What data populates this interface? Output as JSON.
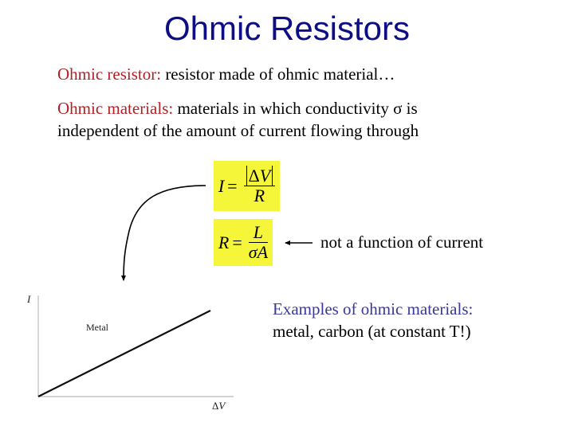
{
  "slide": {
    "title": "Ohmic Resistors",
    "colors": {
      "title": "#0d0d85",
      "term": "#b51f24",
      "examples_heading": "#38389a",
      "formula_bg": "#f5f53a"
    }
  },
  "definitions": [
    {
      "term": "Ohmic resistor:",
      "text": " resistor made of ohmic material…"
    },
    {
      "term": "Ohmic materials:",
      "text_line1": " materials in which conductivity σ is",
      "text_line2": "independent of the amount of current flowing through"
    }
  ],
  "formulas": {
    "current": {
      "lhs": "I",
      "eq": "=",
      "numerator_delta": "Δ",
      "numerator_var": "V",
      "denominator": "R"
    },
    "resistance": {
      "lhs": "R",
      "eq": "=",
      "numerator": "L",
      "denominator": "σA"
    }
  },
  "annotation": {
    "arrow_icon": "left-arrow",
    "text": "not a function of current"
  },
  "examples": {
    "heading": "Examples of ohmic materials:",
    "text": "metal, carbon (at constant T!)"
  },
  "graph": {
    "y_label": "I",
    "x_label_delta": "Δ",
    "x_label_var": "V",
    "curve_label": "Metal",
    "curved_arrow_icon": "curved-arrow"
  }
}
